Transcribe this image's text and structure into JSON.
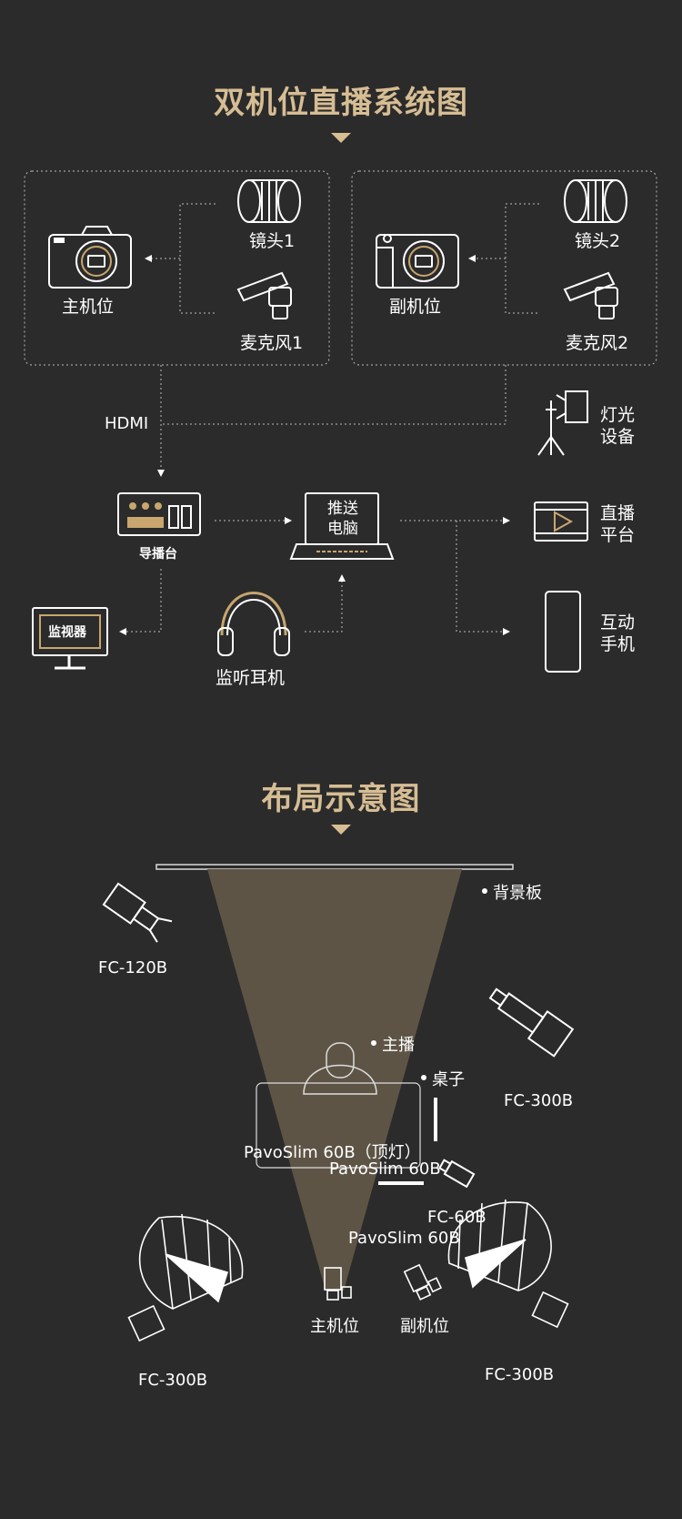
{
  "section1": {
    "title": "双机位直播系统图",
    "main_camera": "主机位",
    "sub_camera": "副机位",
    "lens1": "镜头1",
    "mic1": "麦克风1",
    "lens2": "镜头2",
    "mic2": "麦克风2",
    "hdmi": "HDMI",
    "light_line1": "灯光",
    "light_line2": "设备",
    "switcher": "导播台",
    "laptop_line1": "推送",
    "laptop_line2": "电脑",
    "platform_line1": "直播",
    "platform_line2": "平台",
    "phone_line1": "互动",
    "phone_line2": "手机",
    "monitor": "监视器",
    "headphones": "监听耳机"
  },
  "section2": {
    "title": "布局示意图",
    "backdrop": "背景板",
    "fc120b": "FC-120B",
    "host": "主播",
    "desk": "桌子",
    "fc300b_right": "FC-300B",
    "pavoslim_top": "PavoSlim 60B（顶灯）",
    "pavoslim_desk": "PavoSlim 60B",
    "fc60b": "FC-60B",
    "pavoslim_side": "PavoSlim 60B",
    "main_cam": "主机位",
    "sub_cam": "副机位",
    "fc300b_left": "FC-300B",
    "fc300b_bottom": "FC-300B"
  }
}
